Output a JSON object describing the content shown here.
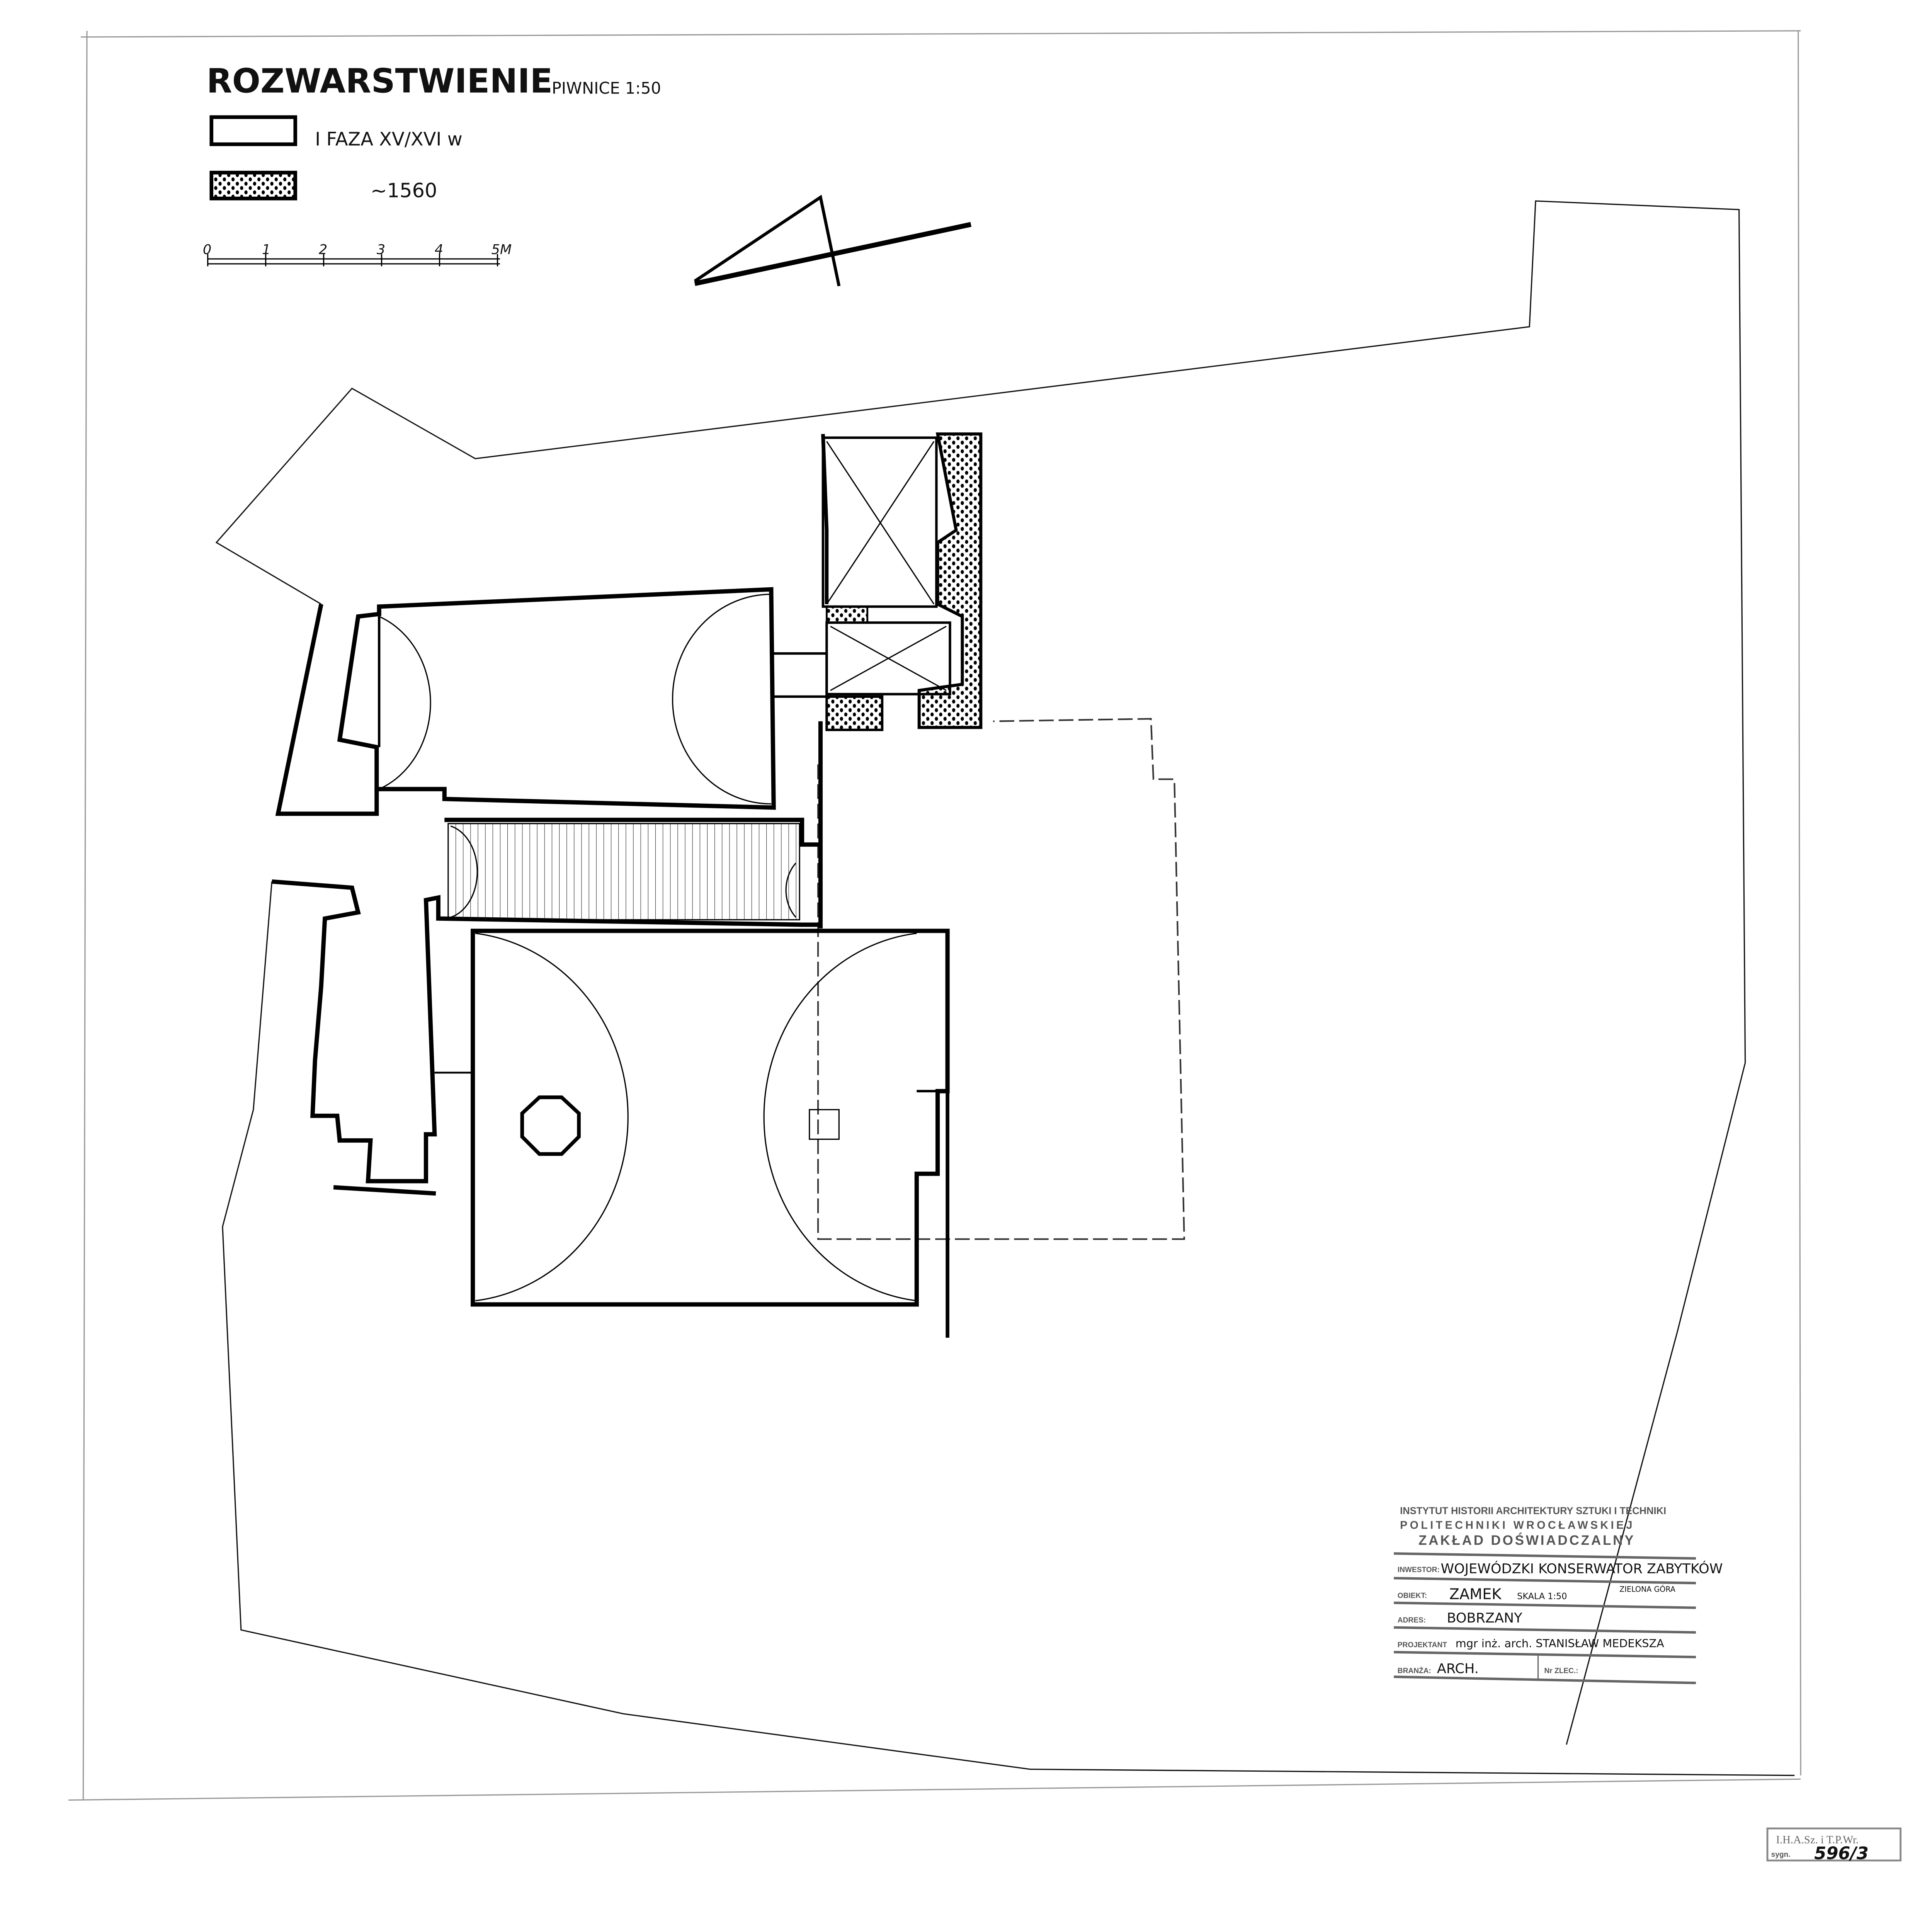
{
  "title": "ROZWARSTWIENIE",
  "subtitle": "PIWNICE 1:50",
  "legend": [
    {
      "label": "I FAZA XV/XVI w",
      "pattern": "plain"
    },
    {
      "label": "~1560",
      "pattern": "stippled"
    }
  ],
  "scale_bar": {
    "ticks": [
      "0",
      "1",
      "2",
      "3",
      "4",
      "5M"
    ]
  },
  "title_block": {
    "institute_line1": "INSTYTUT HISTORII ARCHITEKTURY SZTUKI I TECHNIKI",
    "institute_line2": "POLITECHNIKI WROCŁAWSKIEJ",
    "institute_line3": "ZAKŁAD DOŚWIADCZALNY",
    "investor_label": "INWESTOR:",
    "investor_value": "WOJEWÓDZKI KONSERWATOR ZABYTKÓW",
    "investor_city": "ZIELONA GÓRA",
    "object_label": "OBIEKT:",
    "object_value": "ZAMEK",
    "scale_value": "SKALA 1:50",
    "address_label": "ADRES:",
    "address_value": "BOBRZANY",
    "designer_label": "PROJEKTANT",
    "designer_value": "mgr inż. arch. STANISŁAW MEDEKSZA",
    "branch_label": "BRANŻA:",
    "branch_value": "ARCH.",
    "order_label": "Nr ZLEC.:"
  },
  "archive_stamp": {
    "line1": "I.H.A.Sz. i T.P.Wr.",
    "sygn_label": "sygn.",
    "sygn_value": "596/3"
  }
}
